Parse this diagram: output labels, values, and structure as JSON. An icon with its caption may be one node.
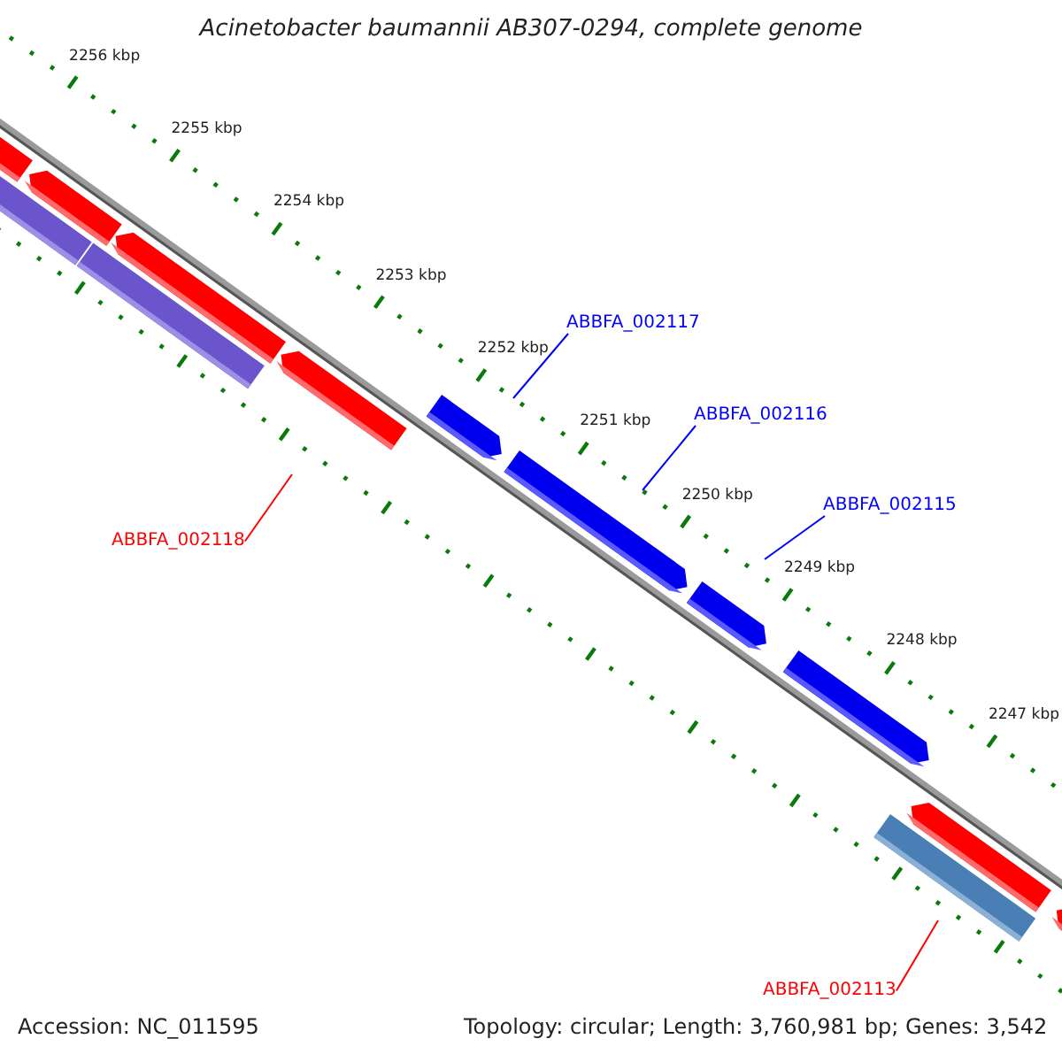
{
  "diagram": {
    "title": "Acinetobacter baumannii AB307-0294, complete genome",
    "nodes": [
      {
        "text": [
          "ABBFA_002117"
        ]
      },
      {
        "text": [
          "ABBFA_002116"
        ]
      },
      {
        "text": [
          "ABBFA_002115"
        ]
      },
      {
        "text": [
          "ABBFA_002118"
        ]
      },
      {
        "text": [
          "ABBFA_002113"
        ]
      }
    ],
    "edges": [
      {
        "from": 0,
        "to": null,
        "arrow": "none"
      },
      {
        "from": 1,
        "to": null,
        "arrow": "none"
      },
      {
        "from": 2,
        "to": null,
        "arrow": "none"
      },
      {
        "from": 3,
        "to": null,
        "arrow": "none",
        "color": "#ff0000"
      },
      {
        "from": 4,
        "to": null,
        "arrow": "none",
        "color": "#ff0000"
      }
    ],
    "labels": [
      "2256 kbp",
      "2255 kbp",
      "2254 kbp",
      "2253 kbp",
      "2252 kbp",
      "2251 kbp",
      "2250 kbp",
      "2249 kbp",
      "2248 kbp",
      "2247 kbp",
      "Accession: NC_011595",
      "Topology: circular; Length: 3,760,981 bp; Genes: 3,542"
    ]
  }
}
